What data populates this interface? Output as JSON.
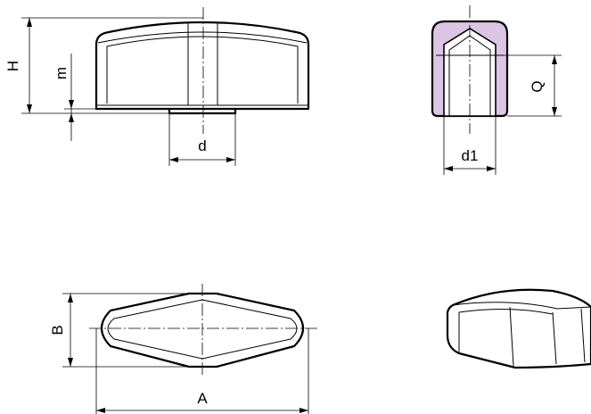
{
  "labels": {
    "H": "H",
    "m": "m",
    "d": "d",
    "Q": "Q",
    "d1": "d1",
    "B": "B",
    "A": "A"
  },
  "colors": {
    "line": "#000000",
    "insert_fill": "#dcc4e4",
    "background": "#ffffff"
  }
}
